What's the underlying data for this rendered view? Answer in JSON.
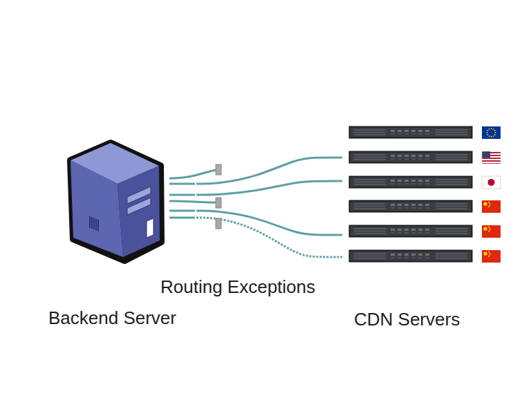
{
  "diagram": {
    "nodes": [
      {
        "text": [
          "Backend Server"
        ]
      },
      {
        "text": [
          "CDN Servers"
        ]
      }
    ],
    "edges": [
      {
        "from": 0,
        "to": 1,
        "arrow": "none"
      },
      {
        "from": 0,
        "to": 1,
        "arrow": "none"
      },
      {
        "from": 0,
        "to": 1,
        "arrow": "none"
      },
      {
        "from": 0,
        "to": 1,
        "arrow": "none"
      }
    ],
    "labels": [
      "Routing Exceptions"
    ]
  }
}
